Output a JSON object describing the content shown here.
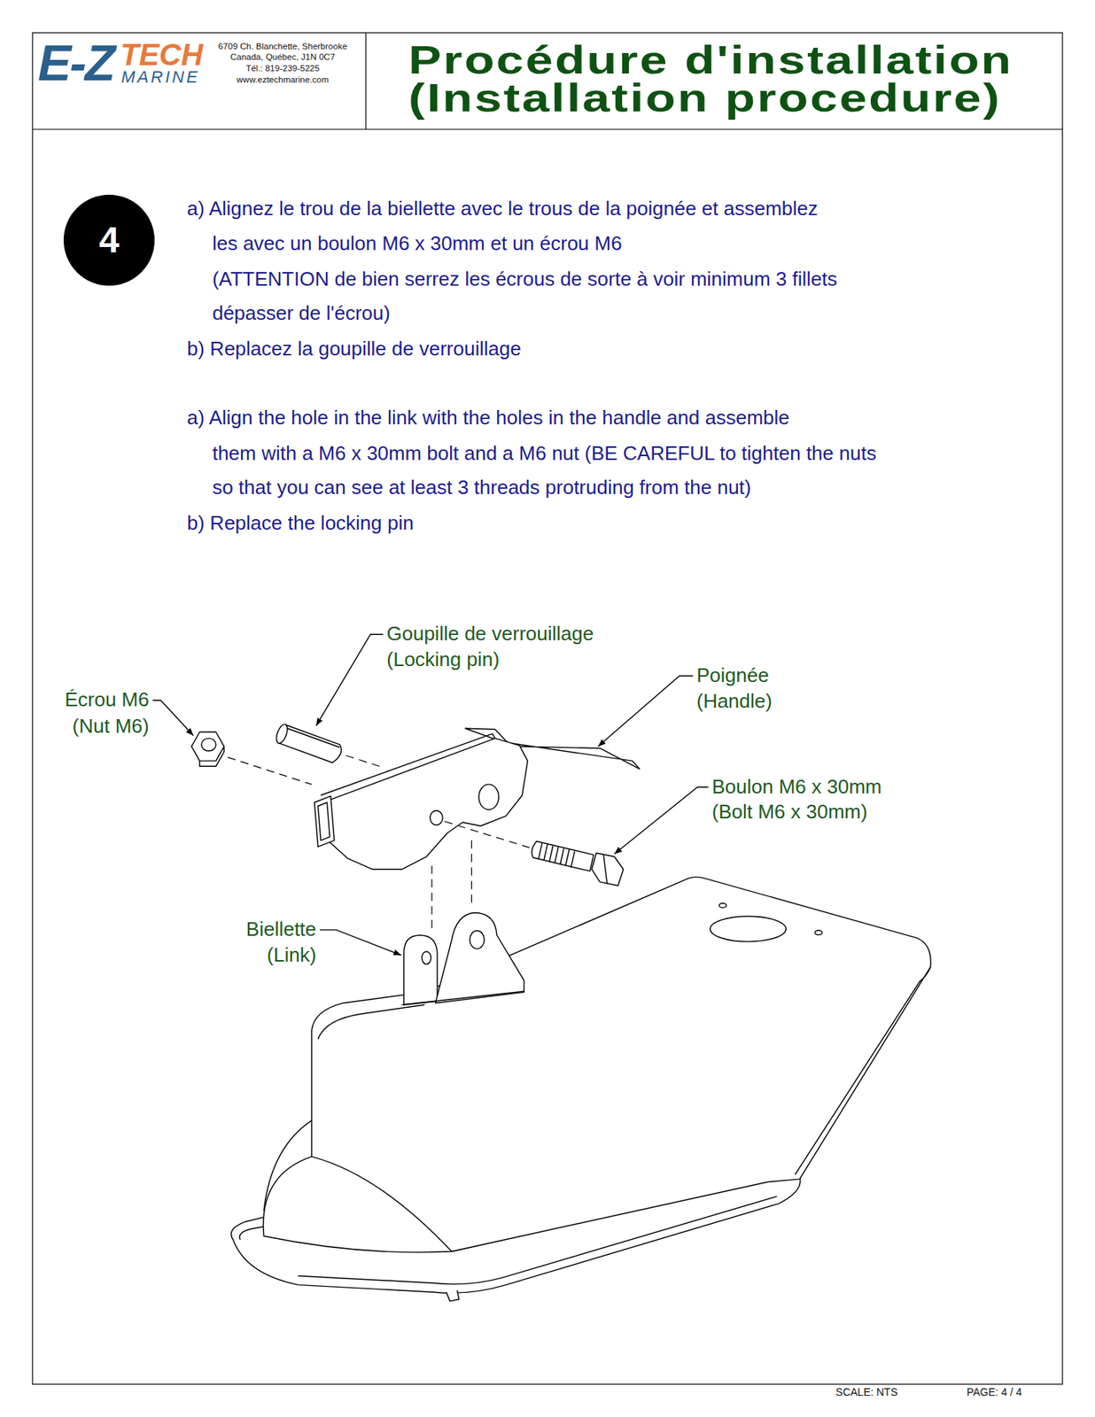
{
  "diagram": {
    "title": "Procédure d'installation (Installation procedure)",
    "nodes": [
      {
        "text": [
          "E-Z",
          "TECH",
          "MARINE",
          "6709 Ch. Blanchette, Sherbrooke",
          "Canada, Québec, J1N 0C7",
          "Tél.: 819-239-5225",
          "www.eztechmarine.com"
        ]
      },
      {
        "text": [
          "4"
        ]
      }
    ],
    "labels": [
      "a) Alignez le trou de la biellette avec le trous de la poignée et assemblez",
      "les avec un boulon M6 x 30mm et un écrou M6",
      "(ATTENTION de bien serrez les écrous de sorte à voir minimum 3 fillets",
      "dépasser de l'écrou)",
      "b) Replacez la goupille de verrouillage",
      "a) Align the hole in the link with the holes in the handle and assemble",
      "them with a M6 x 30mm bolt and a M6 nut (BE CAREFUL to tighten the nuts",
      "so that you can see at least 3 threads protruding from the nut)",
      "b) Replace the locking pin",
      "Goupille de verrouillage",
      "(Locking pin)",
      "Poignée",
      "(Handle)",
      "Écrou M6",
      "(Nut M6)",
      "Boulon M6 x 30mm",
      "(Bolt M6 x 30mm)",
      "Biellette",
      "(Link)",
      "SCALE: NTS",
      "PAGE: 4 / 4"
    ]
  }
}
